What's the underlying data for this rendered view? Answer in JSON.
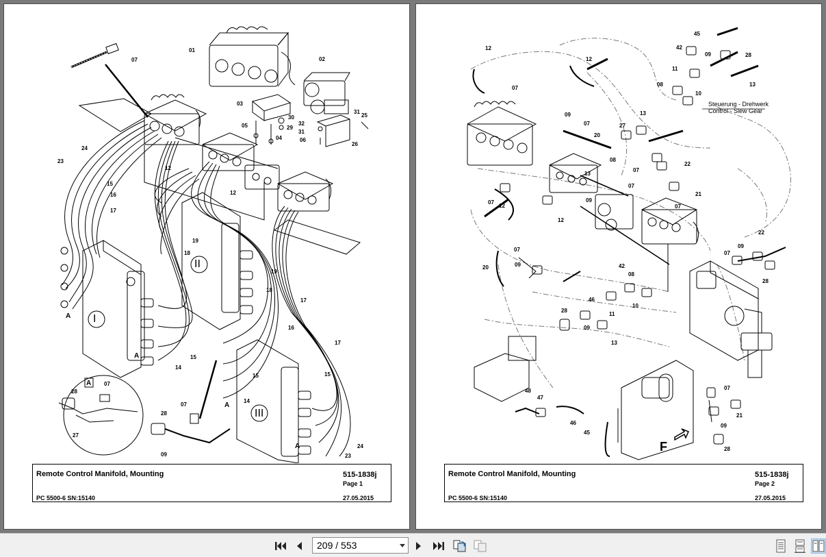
{
  "pages": [
    {
      "title": "Remote Control Manifold, Mounting",
      "doc_number": "515-1838j",
      "page_label": "Page 1",
      "machine": "PC 5500-6 SN:15140",
      "date": "27.05.2015",
      "callouts": [
        "01",
        "02",
        "03",
        "05",
        "04",
        "30",
        "29",
        "31",
        "25",
        "32",
        "06",
        "26",
        "07",
        "23",
        "24",
        "15",
        "16",
        "17",
        "12",
        "12",
        "19",
        "18",
        "I",
        "II",
        "A",
        "A",
        "14",
        "15",
        "19",
        "18",
        "17",
        "16",
        "III",
        "15",
        "14",
        "A",
        "17",
        "15",
        "24",
        "23",
        "A",
        "28",
        "07",
        "27",
        "28",
        "07",
        "09"
      ]
    },
    {
      "title": "Remote Control Manifold, Mounting",
      "doc_number": "515-1838j",
      "page_label": "Page 2",
      "machine": "PC 5500-6 SN:15140",
      "date": "27.05.2015",
      "note_line1": "Steuerung - Drehwerk",
      "note_line2": "Control - Slew Gear",
      "callouts": [
        "12",
        "07",
        "12",
        "09",
        "07",
        "45",
        "42",
        "09",
        "28",
        "11",
        "13",
        "08",
        "10",
        "13",
        "20",
        "27",
        "08",
        "07",
        "22",
        "21",
        "07",
        "13",
        "09",
        "07",
        "12",
        "07",
        "12",
        "07",
        "20",
        "09",
        "42",
        "08",
        "46",
        "10",
        "11",
        "28",
        "09",
        "13",
        "22",
        "09",
        "07",
        "28",
        "48",
        "47",
        "46",
        "45",
        "07",
        "21",
        "09",
        "28",
        "F"
      ]
    }
  ],
  "toolbar": {
    "current_page": "209 / 553",
    "icons": [
      "first-page-icon",
      "prev-page-icon",
      "next-page-icon",
      "last-page-icon",
      "rotate-icon",
      "compare-icon",
      "single-page-view-icon",
      "continuous-view-icon",
      "two-page-view-icon"
    ]
  }
}
